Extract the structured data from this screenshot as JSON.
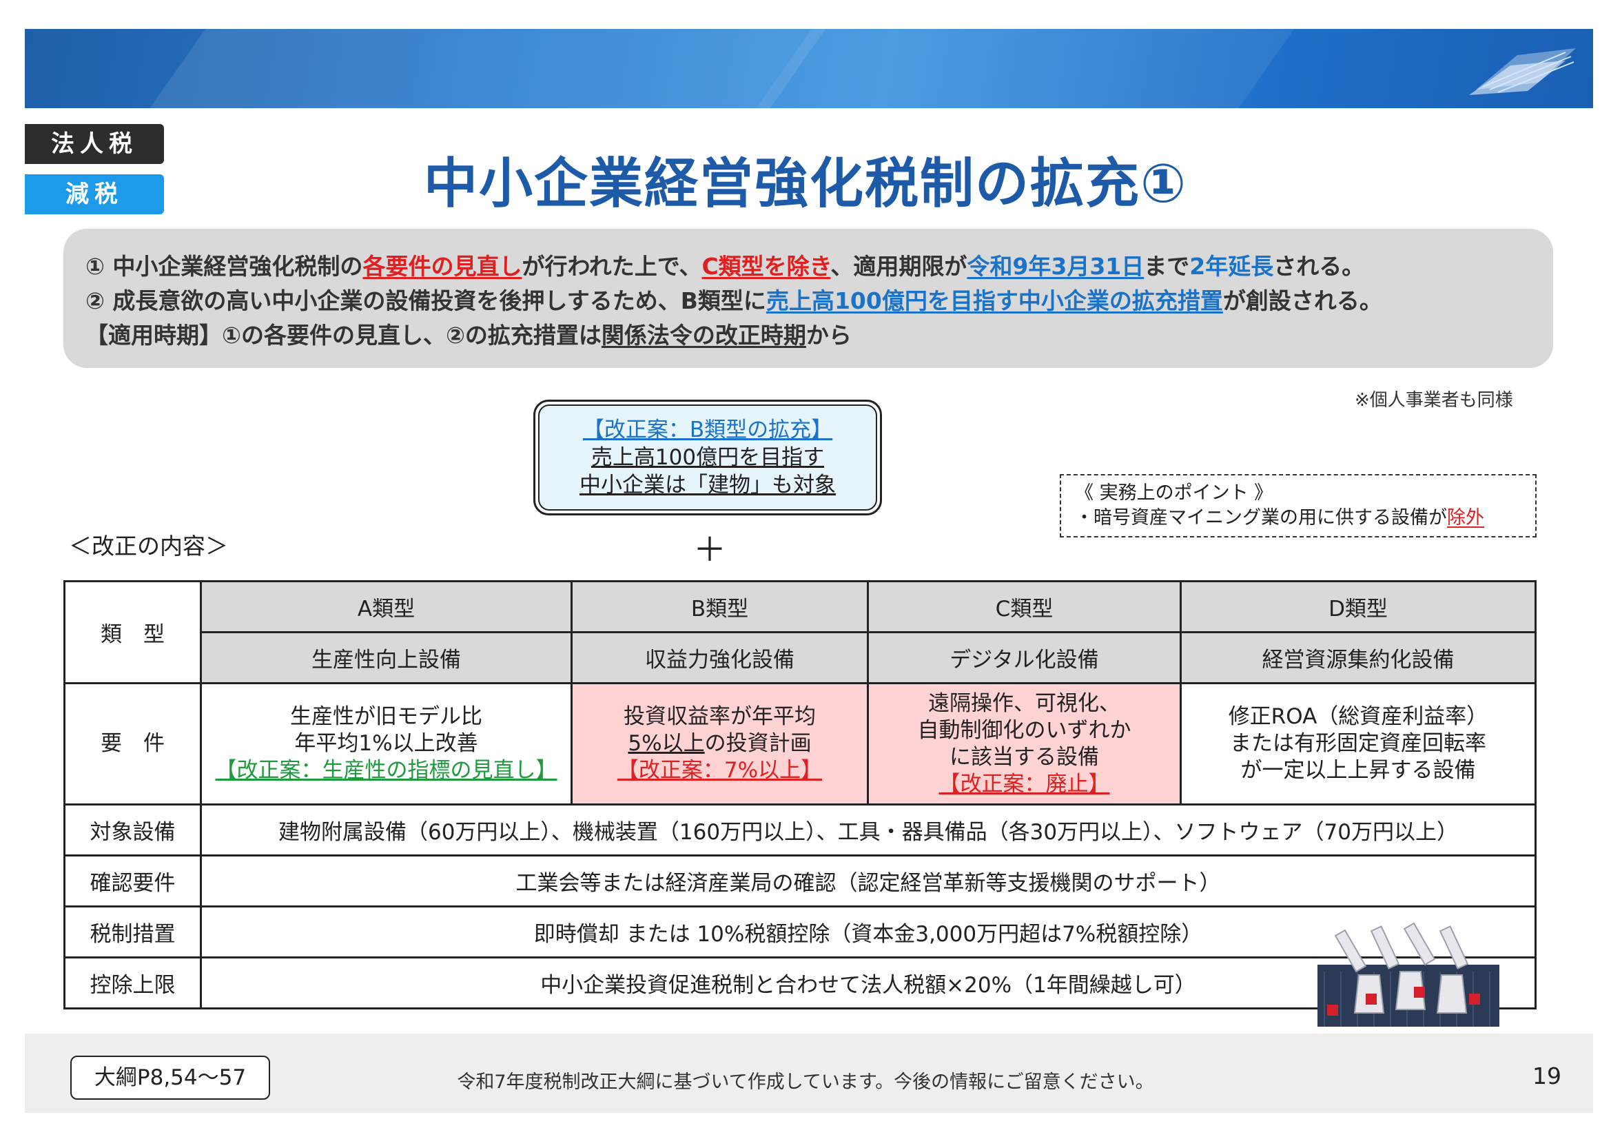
{
  "header": {
    "tag_corporate": "法人税",
    "tag_reduction": "減税",
    "title": "中小企業経営強化税制の拡充①"
  },
  "summary": {
    "line1": {
      "a": "① 中小企業経営強化税制の",
      "b": "各要件の見直し",
      "c": "が行われた上で、",
      "d": "C類型を除き",
      "e": "、適用期限が",
      "f": "令和9年3月31日",
      "g": "まで",
      "h": "2年延長",
      "i": "される。"
    },
    "line2": {
      "a": "② 成長意欲の高い中小企業の設備投資を後押しするため、B類型に",
      "b": "売上高100億円を目指す中小企業の拡充措置",
      "c": "が創設される。"
    },
    "line3": {
      "a": "【適用時期】①の各要件の見直し、②の拡充措置は",
      "b": "関係法令の改正時期",
      "c": "から"
    }
  },
  "note_individual": "※個人事業者も同様",
  "proposal": {
    "heading": "【改正案：B類型の拡充】",
    "line1": "売上高100億円を目指す",
    "line2": "中小企業は「建物」も対象"
  },
  "practical_point": {
    "heading": "《 実務上のポイント 》",
    "text": "・暗号資産マイニング業の用に供する設備が",
    "emphasis": "除外"
  },
  "section_label": "＜改正の内容＞",
  "plus": "＋",
  "table": {
    "type_label": "類　型",
    "types": [
      "A類型",
      "B類型",
      "C類型",
      "D類型"
    ],
    "equipment_names": [
      "生産性向上設備",
      "収益力強化設備",
      "デジタル化設備",
      "経営資源集約化設備"
    ],
    "requirement_label": "要　件",
    "req_a": {
      "line1": "生産性が旧モデル比",
      "line2": "年平均1%以上改善",
      "note": "【改正案：生産性の指標の見直し】"
    },
    "req_b": {
      "line1": "投資収益率が年平均",
      "line2a": "5%以上",
      "line2b": "の投資計画",
      "note": "【改正案：7%以上】"
    },
    "req_c": {
      "line1": "遠隔操作、可視化、",
      "line2": "自動制御化のいずれか",
      "line3": "に該当する設備",
      "note": "【改正案：廃止】"
    },
    "req_d": {
      "line1": "修正ROA（総資産利益率）",
      "line2": "または有形固定資産回転率",
      "line3": "が一定以上上昇する設備"
    },
    "rows": [
      {
        "label": "対象設備",
        "value": "建物附属設備（60万円以上）、機械装置（160万円以上）、工具・器具備品（各30万円以上）、ソフトウェア（70万円以上）"
      },
      {
        "label": "確認要件",
        "value": "工業会等または経済産業局の確認（認定経営革新等支援機関のサポート）"
      },
      {
        "label": "税制措置",
        "value": "即時償却 または 10%税額控除（資本金3,000万円超は7%税額控除）"
      },
      {
        "label": "控除上限",
        "value": "中小企業投資促進税制と合わせて法人税額×20%（1年間繰越し可）"
      }
    ]
  },
  "footer": {
    "reference": "大綱P8,54～57",
    "note": "令和7年度税制改正大綱に基づいて作成しています。今後の情報にご留意ください。",
    "page": "19"
  },
  "colors": {
    "title_blue": "#1d5aa8",
    "accent_red": "#e02020",
    "accent_blue": "#1a73c8",
    "accent_green": "#1f9a3f",
    "pink_cell": "#ffd3d3",
    "gray_panel": "#d9d9d9"
  }
}
